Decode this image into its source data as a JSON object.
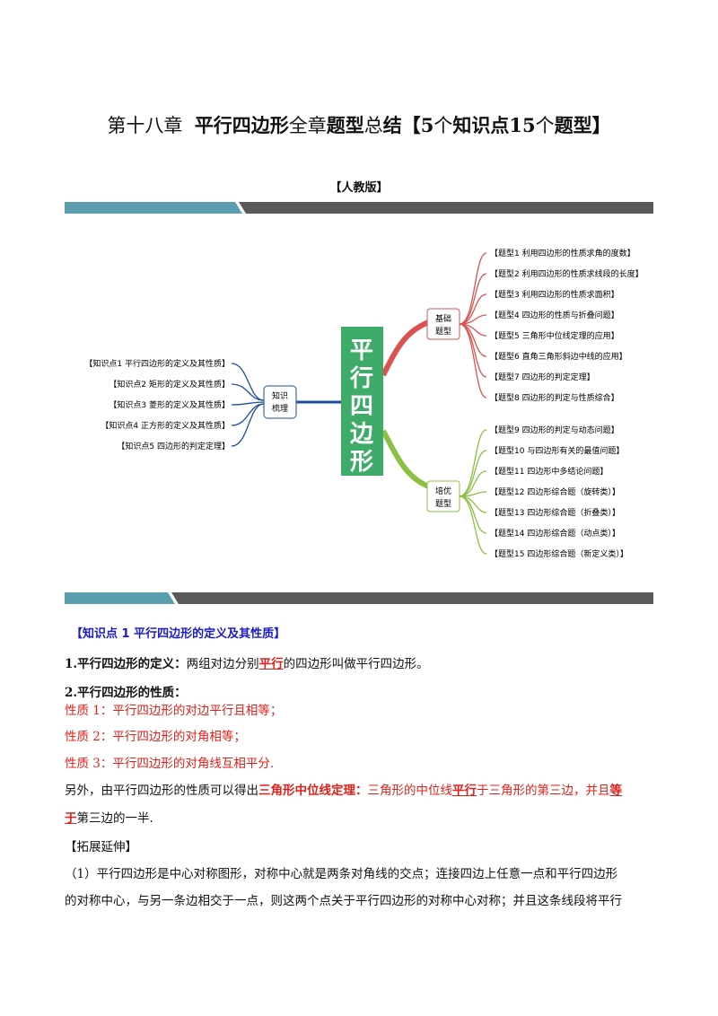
{
  "title": {
    "t1": "第十八章",
    "t2": "平行四边形",
    "t3": "全章",
    "t4": "题型",
    "t5": "总",
    "t6": "结",
    "t7": "【5",
    "t8": "个",
    "t9": "知识点",
    "t10": "15",
    "t11": "个",
    "t12": "题型】"
  },
  "edition": "【人教版】",
  "mindmap": {
    "center": [
      "平",
      "行",
      "四",
      "边",
      "形"
    ],
    "knowledge_node": [
      "知识",
      "梳理"
    ],
    "basic_node": [
      "基础",
      "题型"
    ],
    "advanced_node": [
      "培优",
      "题型"
    ],
    "knowledge_points": [
      "【知识点1  平行四边形的定义及其性质】",
      "【知识点2  矩形的定义及其性质】",
      "【知识点3  菱形的定义及其性质】",
      "【知识点4  正方形的定义及其性质】",
      "【知识点5  四边形的判定定理】"
    ],
    "basic_types": [
      "【题型1  利用四边形的性质求角的度数】",
      "【题型2  利用四边形的性质求线段的长度】",
      "【题型3  利用四边形的性质求面积】",
      "【题型4  四边形的性质与折叠问题】",
      "【题型5  三角形中位线定理的应用】",
      "【题型6  直角三角形斜边中线的应用】",
      "【题型7  四边形的判定定理】",
      "【题型8  四边形的判定与性质综合】"
    ],
    "advanced_types": [
      "【题型9  四边形的判定与动态问题】",
      "【题型10  与四边形有关的最值问题】",
      "【题型11  四边形中多结论问题】",
      "【题型12  四边形综合题（旋转类）】",
      "【题型13  四边形综合题（折叠类）】",
      "【题型14  四边形综合题（动点类）】",
      "【题型15  四边形综合题（新定义类）】"
    ]
  },
  "section1": {
    "heading": "【知识点 1    平行四边形的定义及其性质】",
    "def_label": "1.平行四边形的定义：",
    "def_text_a": "两组对边分别",
    "def_key": "平行",
    "def_text_b": "的四边形叫做平行四边形。",
    "prop_label": "2.平行四边形的性质：",
    "props": [
      "性质 1：平行四边形的对边平行且相等；",
      "性质 2：平行四边形的对角相等；",
      "性质 3：平行四边形的对角线互相平分."
    ],
    "extra_a": "另外，由平行四边形的性质可以得出",
    "extra_theorem": "三角形中位线定理：",
    "extra_b": "三角形的中位线",
    "extra_key1": "平行",
    "extra_c": "于三角形的第三边，并且",
    "extra_key2a": "等",
    "extra_key2b": "于",
    "extra_d": "第三边的一半.",
    "ext_label": "【拓展延伸】",
    "ext_line1": "（1）平行四边形是中心对称图形，对称中心就是两条对角线的交点；连接四边上任意一点和平行四边形",
    "ext_line2": "的对称中心，与另一条边相交于一点，则这两个点关于平行四边形的对称中心对称；并且这条线段将平行"
  },
  "colors": {
    "bar_teal": "#5b9eb0",
    "bar_gray": "#595959",
    "center_green": "#3eab68",
    "branch_red": "#d9534f",
    "branch_green": "#8cc043",
    "branch_blue": "#1f4e9c",
    "text_red": "#e0201a",
    "heading_blue": "#1a1ad0"
  }
}
